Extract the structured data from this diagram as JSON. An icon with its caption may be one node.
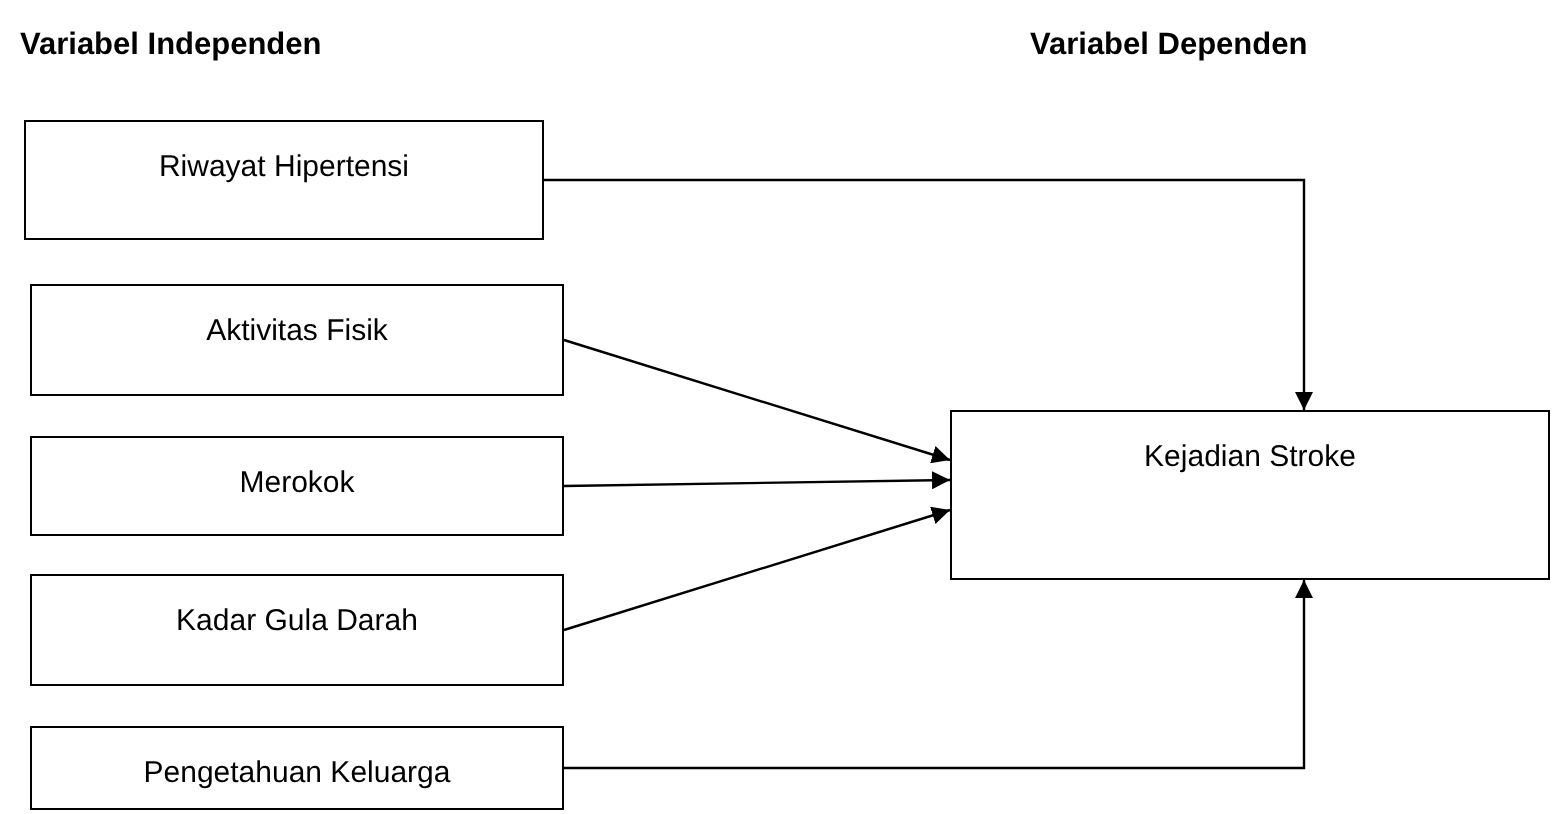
{
  "diagram": {
    "nodes": [
      {
        "text": [
          "Riwayat Hipertensi"
        ]
      },
      {
        "text": [
          "Aktivitas Fisik"
        ]
      },
      {
        "text": [
          "Merokok"
        ]
      },
      {
        "text": [
          "Kadar Gula Darah"
        ]
      },
      {
        "text": [
          "Pengetahuan Keluarga"
        ]
      },
      {
        "text": [
          "Kejadian Stroke"
        ]
      }
    ],
    "edges": [
      {
        "from": 0,
        "to": 5,
        "arrow": "to"
      },
      {
        "from": 1,
        "to": 5,
        "arrow": "to"
      },
      {
        "from": 2,
        "to": 5,
        "arrow": "to"
      },
      {
        "from": 3,
        "to": 5,
        "arrow": "to"
      },
      {
        "from": 4,
        "to": 5,
        "arrow": "to"
      }
    ],
    "labels": [
      "Variabel Independen",
      "Variabel Dependen"
    ]
  }
}
